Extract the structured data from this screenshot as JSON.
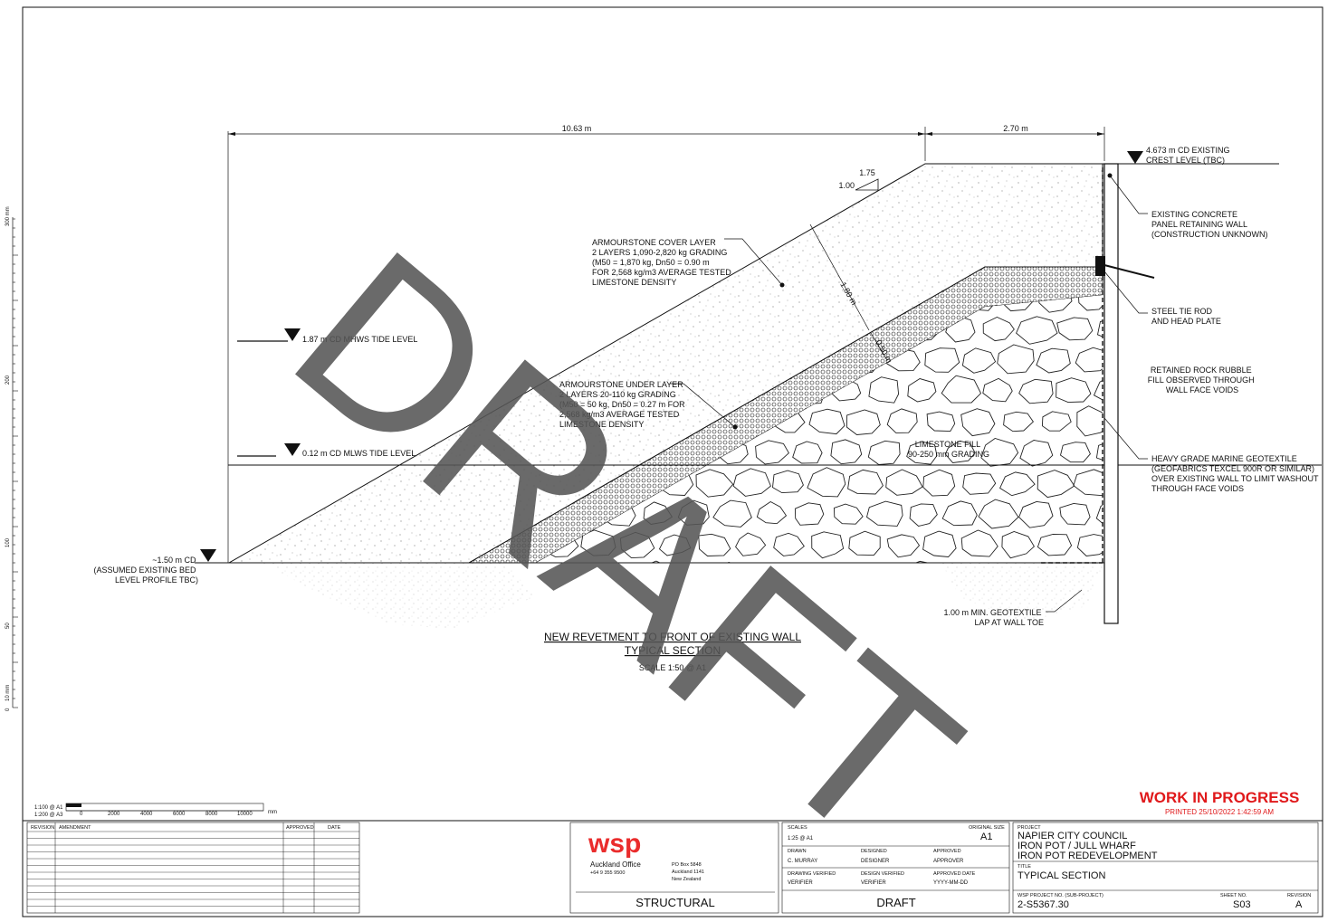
{
  "drawing": {
    "dimensions": {
      "left_width": "10.63 m",
      "right_width": "2.70 m",
      "cover_thickness": "1.80 m",
      "under_thickness": "0.50 m"
    },
    "slope": {
      "horizontal": "1.75",
      "vertical": "1.00"
    },
    "levels": {
      "crest": [
        "4.673 m CD EXISTING",
        "CREST LEVEL (TBC)"
      ],
      "mhws": "1.87 m CD MHWS TIDE LEVEL",
      "mlws": "0.12 m CD MLWS TIDE LEVEL",
      "bed": [
        "~1.50 m CD",
        "(ASSUMED EXISTING BED",
        "LEVEL PROFILE TBC)"
      ]
    },
    "labels": {
      "cover_layer": [
        "ARMOURSTONE COVER LAYER",
        "2 LAYERS 1,090-2,820 kg GRADING",
        "(M50 = 1,870 kg, Dn50 = 0.90 m",
        "FOR 2,568 kg/m3 AVERAGE TESTED",
        "LIMESTONE DENSITY"
      ],
      "under_layer": [
        "ARMOURSTONE UNDER LAYER",
        "2 LAYERS 20-110 kg GRADING",
        "(M50 = 50 kg, Dn50 = 0.27 m FOR",
        "2,568 kg/m3 AVERAGE TESTED",
        "LIMESTONE DENSITY"
      ],
      "limestone_fill": [
        "LIMESTONE FILL",
        "90-250 mm GRADING"
      ],
      "existing_wall": [
        "EXISTING CONCRETE",
        "PANEL RETAINING WALL",
        "(CONSTRUCTION UNKNOWN)"
      ],
      "tie_rod": [
        "STEEL TIE ROD",
        "AND HEAD PLATE"
      ],
      "rubble": [
        "RETAINED ROCK RUBBLE",
        "FILL OBSERVED THROUGH",
        "WALL FACE VOIDS"
      ],
      "geotextile": [
        "HEAVY GRADE MARINE GEOTEXTILE",
        "(GEOFABRICS TEXCEL 900R OR SIMILAR)",
        "OVER EXISTING WALL TO LIMIT WASHOUT",
        "THROUGH FACE VOIDS"
      ],
      "geotextile_lap": [
        "1.00 m MIN. GEOTEXTILE",
        "LAP AT WALL TOE"
      ]
    },
    "caption": {
      "title1": "NEW REVETMENT TO FRONT OF EXISTING WALL",
      "title2": "TYPICAL SECTION",
      "scale": "SCALE 1:50 @ A1"
    },
    "watermark": "DRAFT"
  },
  "margin_scale": {
    "labels": [
      "300 mm",
      "200",
      "100",
      "50",
      "10 mm",
      "0"
    ]
  },
  "scale_bar": {
    "row1": "1:100 @ A1",
    "row2": "1:200 @ A3",
    "ticks": [
      "0",
      "2000",
      "4000",
      "6000",
      "8000",
      "10000"
    ],
    "unit": "mm"
  },
  "status": {
    "wip": "WORK IN PROGRESS",
    "printed": "PRINTED 25/10/2022   1:42:59 AM"
  },
  "title_block": {
    "revision_table": {
      "col_revision": "REVISION",
      "col_amendment": "AMENDMENT",
      "col_approved": "APPROVED",
      "col_date": "DATE"
    },
    "company": {
      "logo": "wsp",
      "office": "Auckland Office",
      "phone": "+64 9 355 9500",
      "address": [
        "PO Box 5848",
        "Auckland 1141",
        "New Zealand"
      ],
      "discipline": "STRUCTURAL"
    },
    "scales": {
      "label": "SCALES",
      "value": "1:25 @ A1",
      "orig_label": "ORIGINAL SIZE",
      "orig_value": "A1"
    },
    "people": {
      "drawn_label": "DRAWN",
      "drawn": "C. MURRAY",
      "designed_label": "DESIGNED",
      "designed": "DESIGNER",
      "approved_label": "APPROVED",
      "approved": "APPROVER",
      "dv_label": "DRAWING VERIFIED",
      "dv": "VERIFIER",
      "desv_label": "DESIGN VERIFIED",
      "desv": "VERIFIER",
      "ad_label": "APPROVED DATE",
      "ad": "YYYY-MM-DD"
    },
    "status_text": "DRAFT",
    "project": {
      "label": "PROJECT",
      "lines": [
        "NAPIER CITY COUNCIL",
        "IRON POT / JULL WHARF",
        "IRON POT REDEVELOPMENT"
      ]
    },
    "title": {
      "label": "TITLE",
      "value": "TYPICAL SECTION"
    },
    "project_no": {
      "label": "WSP PROJECT NO. (SUB-PROJECT)",
      "value": "2-S5367.30"
    },
    "sheet": {
      "label": "SHEET NO.",
      "value": "S03"
    },
    "revision": {
      "label": "REVISION",
      "value": "A"
    }
  }
}
